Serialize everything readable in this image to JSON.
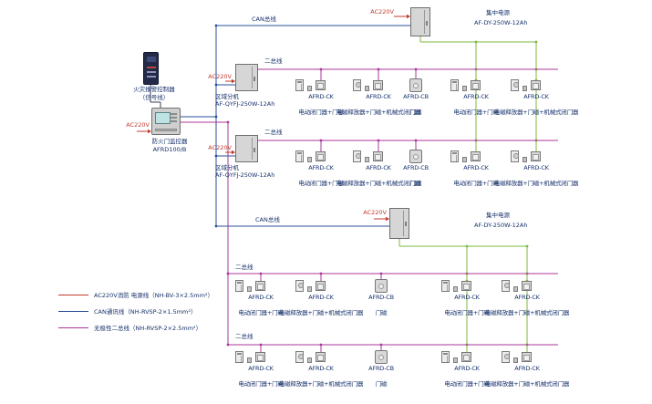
{
  "colors": {
    "power": "#c23b2e",
    "can": "#2a4f9b",
    "bus": "#a8379a",
    "dc": "#7cb93e",
    "text": "#16306b"
  },
  "left_column": {
    "fire_alarm_controller": {
      "name": "火灾报警控制器",
      "sub": "（信号线）"
    },
    "monitor": {
      "power": "AC220V",
      "name": "防火门监控器",
      "model": "AFRD100/B"
    }
  },
  "zones": [
    {
      "power": "AC220V",
      "name": "区域分机",
      "model": "AF-QYFJ-250W-12Ah"
    },
    {
      "power": "AC220V",
      "name": "区域分机",
      "model": "AF-QYFJ-250W-12Ah"
    }
  ],
  "power_supplies": [
    {
      "power": "AC220V",
      "name": "集中电源",
      "model": "AF-DY-250W-12Ah"
    },
    {
      "power": "AC220V",
      "name": "集中电源",
      "model": "AF-DY-250W-12Ah"
    }
  ],
  "bus_labels": {
    "can": "CAN总线",
    "two_wire": "二总线"
  },
  "device_rows": [
    {
      "id": "zone1-loop",
      "groups": [
        {
          "type": "ck_closer",
          "module": "AFRD-CK",
          "caption": "电动闭门器+门磁"
        },
        {
          "type": "ck_release",
          "module": "AFRD-CK",
          "caption": "电磁释放器+门磁+机械式闭门器"
        },
        {
          "type": "cb",
          "module": "AFRD-CB",
          "caption": "门磁"
        },
        {
          "type": "ck_closer",
          "module": "AFRD-CK",
          "caption": "电动闭门器+门磁"
        },
        {
          "type": "ck_release",
          "module": "AFRD-CK",
          "caption": "电磁释放器+门磁+机械式闭门器"
        }
      ]
    },
    {
      "id": "zone2-loop",
      "groups": [
        {
          "type": "ck_closer",
          "module": "AFRD-CK",
          "caption": "电动闭门器+门磁"
        },
        {
          "type": "ck_release",
          "module": "AFRD-CK",
          "caption": "电磁释放器+门磁+机械式闭门器"
        },
        {
          "type": "cb",
          "module": "AFRD-CB",
          "caption": "门磁"
        },
        {
          "type": "ck_closer",
          "module": "AFRD-CK",
          "caption": "电动闭门器+门磁"
        },
        {
          "type": "ck_release",
          "module": "AFRD-CK",
          "caption": "电磁释放器+门磁+机械式闭门器"
        }
      ]
    },
    {
      "id": "monitor-loop-1",
      "groups": [
        {
          "type": "ck_closer",
          "module": "AFRD-CK",
          "caption": "电动闭门器+门磁"
        },
        {
          "type": "ck_release",
          "module": "AFRD-CK",
          "caption": "电磁释放器+门磁+机械式闭门器"
        },
        {
          "type": "cb",
          "module": "AFRD-CB",
          "caption": "门磁"
        },
        {
          "type": "ck_closer",
          "module": "AFRD-CK",
          "caption": "电动闭门器+门磁"
        },
        {
          "type": "ck_release",
          "module": "AFRD-CK",
          "caption": "电磁释放器+门磁+机械式闭门器"
        }
      ]
    },
    {
      "id": "monitor-loop-2",
      "groups": [
        {
          "type": "ck_closer",
          "module": "AFRD-CK",
          "caption": "电动闭门器+门磁"
        },
        {
          "type": "ck_release",
          "module": "AFRD-CK",
          "caption": "电磁释放器+门磁+机械式闭门器"
        },
        {
          "type": "cb",
          "module": "AFRD-CB",
          "caption": "门磁"
        },
        {
          "type": "ck_closer",
          "module": "AFRD-CK",
          "caption": "电动闭门器+门磁"
        },
        {
          "type": "ck_release",
          "module": "AFRD-CK",
          "caption": "电磁释放器+门磁+机械式闭门器"
        }
      ]
    }
  ],
  "legend": [
    {
      "label": "AC220V消防 电源线（NH-BV-3×2.5mm²）",
      "color": "#c23b2e"
    },
    {
      "label": "CAN通讯线（NH-RVSP-2×1.5mm²）",
      "color": "#2a4f9b"
    },
    {
      "label": "无极性二总线（NH-RVSP-2×2.5mm²）",
      "color": "#a8379a"
    }
  ]
}
